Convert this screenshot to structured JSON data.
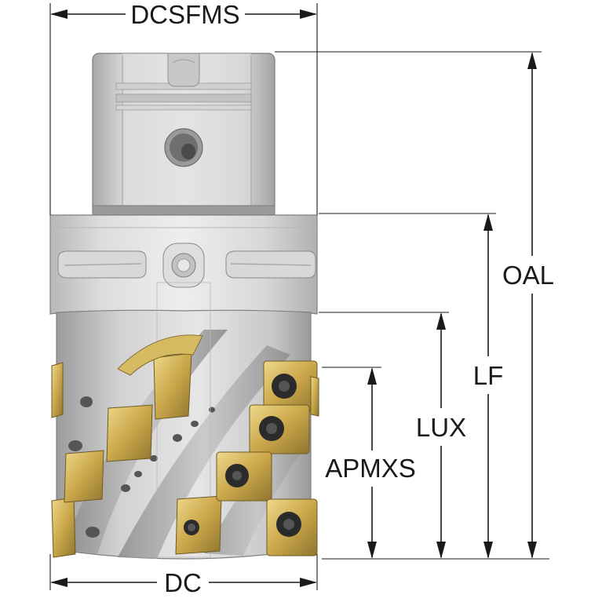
{
  "diagram": {
    "dimensions": {
      "dcsfms": "DCSFMS",
      "dc": "DC",
      "oal": "OAL",
      "lf": "LF",
      "lux": "LUX",
      "apmxs": "APMXS"
    },
    "colors": {
      "steel_light": "#e2e2e2",
      "steel_mid": "#c6c6c6",
      "steel_dark": "#9a9a9a",
      "insert_gold": "#c9a648",
      "insert_gold_light": "#e8cf7a",
      "insert_dark": "#6e5a22",
      "screw": "#2b2b2b",
      "line": "#1a1a1a"
    },
    "icons": [
      "milling-cutter-illustration",
      "insert-screw-icon"
    ]
  }
}
